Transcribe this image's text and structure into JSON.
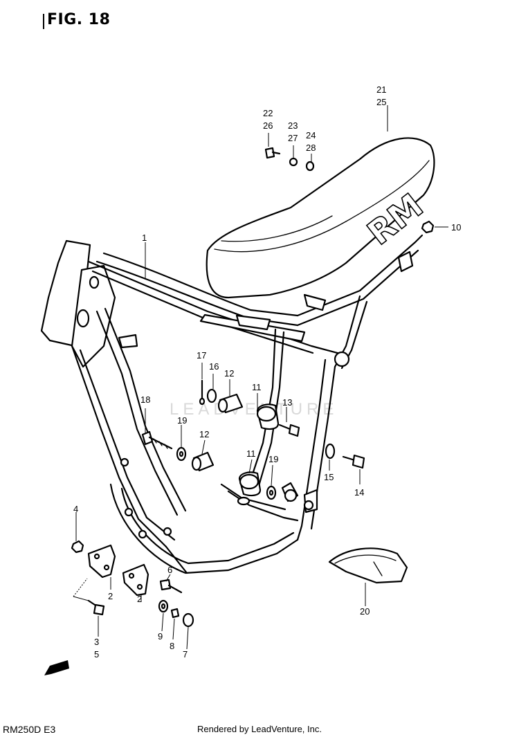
{
  "figure": {
    "title": "FIG. 18"
  },
  "model_code": "RM250D E3",
  "footer": "Rendered by LeadVenture, Inc.",
  "watermark": "LEADVENTURE",
  "seat_logo": "RM",
  "callouts": {
    "c1": "1",
    "c2a": "2",
    "c2b": "2",
    "c3": "3",
    "c4": "4",
    "c5": "5",
    "c6": "6",
    "c7": "7",
    "c8": "8",
    "c9": "9",
    "c10": "10",
    "c11a": "11",
    "c11b": "11",
    "c12a": "12",
    "c12b": "12",
    "c13": "13",
    "c14": "14",
    "c15": "15",
    "c16": "16",
    "c17": "17",
    "c18": "18",
    "c19a": "19",
    "c19b": "19",
    "c20": "20",
    "c21": "21",
    "c22": "22",
    "c23": "23",
    "c24": "24",
    "c25": "25",
    "c26": "26",
    "c27": "27",
    "c28": "28"
  }
}
